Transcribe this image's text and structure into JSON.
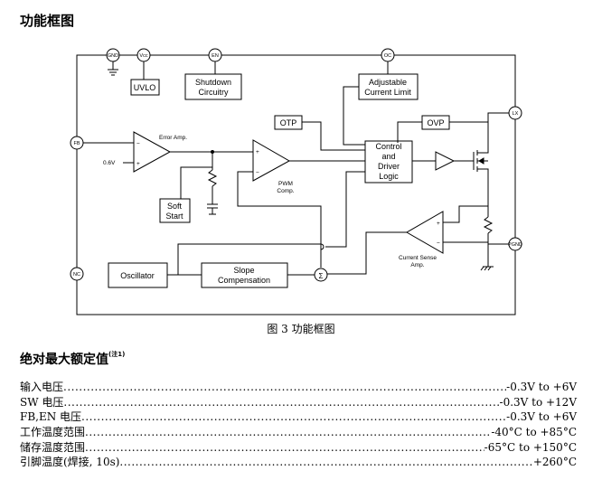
{
  "section_title": "功能框图",
  "figure": {
    "caption": "图 3 功能框图",
    "pins": {
      "gnd": "GND",
      "vcc": "Vcc",
      "en": "EN",
      "oc": "OC",
      "fb": "FB",
      "nc": "NC",
      "lx": "LX",
      "pgnd": "PGND"
    },
    "blocks": {
      "uvlo": "UVLO",
      "shutdown_l1": "Shutdown",
      "shutdown_l2": "Circuitry",
      "adj_l1": "Adjustable",
      "adj_l2": "Current Limit",
      "otp": "OTP",
      "ovp": "OVP",
      "ctrl_l1": "Control",
      "ctrl_l2": "and",
      "ctrl_l3": "Driver",
      "ctrl_l4": "Logic",
      "soft_l1": "Soft",
      "soft_l2": "Start",
      "oscillator": "Oscillator",
      "slope_l1": "Slope",
      "slope_l2": "Compensation",
      "sum": "Σ"
    },
    "labels": {
      "error_amp": "Error Amp.",
      "vref": "0.6V",
      "pwm_l1": "PWM",
      "pwm_l2": "Comp.",
      "cs_l1": "Current Sense",
      "cs_l2": "Amp.",
      "minus": "−",
      "plus": "+"
    }
  },
  "abs_max": {
    "title": "绝对最大额定值",
    "note": "(注1)",
    "rows": [
      {
        "name": "输入电压",
        "value": "-0.3V to +6V"
      },
      {
        "name": "SW 电压",
        "value": "-0.3V to +12V"
      },
      {
        "name": "FB,EN 电压",
        "value": "-0.3V to +6V"
      },
      {
        "name": "工作温度范围",
        "value": "-40°C to +85°C"
      },
      {
        "name": "储存温度范围",
        "value": "-65°C to +150°C"
      },
      {
        "name": "引脚温度(焊接, 10s)",
        "value": "+260°C"
      }
    ]
  }
}
